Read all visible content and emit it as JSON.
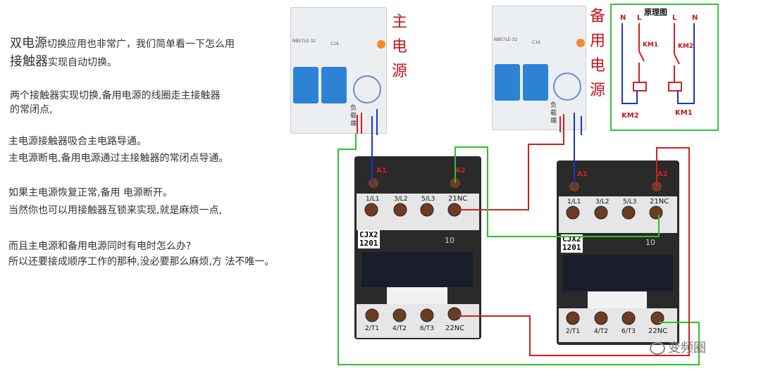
{
  "description_lines": [
    {
      "pre": "双",
      "emph": "电源",
      "post": "切换应用也非常广，我们简单看一下怎么用"
    },
    {
      "pre": "",
      "emph": "接触器",
      "post": "实现自动切换。"
    },
    {
      "text": "两个接触器实现切换,备用电源的线圈走主接触器"
    },
    {
      "text": "的常闭点,"
    },
    {
      "text": "主电源接触器吸合主电路导通。"
    },
    {
      "text": "主电源断电,备用电源通过主接触器的常闭点导通。"
    },
    {
      "text": "如果主电源恢复正常,备用 电源断开。"
    },
    {
      "text": "当然你也可以用接触器互锁来实现,就是麻烦一点,"
    },
    {
      "text": "而且主电源和备用电源同时有电时怎么办?"
    },
    {
      "text": "所以还要接成顺序工作的那种,没必要那么麻烦,方 法不唯一。"
    }
  ],
  "main_power_label": [
    "主",
    "电",
    "源"
  ],
  "backup_power_label": [
    "备",
    "用",
    "电",
    "源"
  ],
  "breaker_main": {
    "model": "NBE7LE-32",
    "rating": "C16",
    "load_label": [
      "负",
      "载",
      "端"
    ]
  },
  "breaker_backup": {
    "model": "NBE7LE-32",
    "rating": "C16",
    "load_label": [
      "负",
      "载",
      "端"
    ]
  },
  "contactor_left": {
    "coil_a1": "A1",
    "coil_a2": "A2",
    "top_terminals": [
      "1/L1",
      "3/L2",
      "5/L3",
      "21NC"
    ],
    "bottom_terminals": [
      "2/T1",
      "4/T2",
      "6/T3",
      "22NC"
    ],
    "model": [
      "CJX2",
      "1201"
    ],
    "rating_num": "10"
  },
  "contactor_right": {
    "coil_a1": "A1",
    "coil_a2": "A2",
    "top_terminals": [
      "1/L1",
      "3/L2",
      "5/L3",
      "21NC"
    ],
    "bottom_terminals": [
      "2/T1",
      "4/T2",
      "6/T3",
      "22NC"
    ],
    "model": [
      "CJX2",
      "1201"
    ],
    "rating_num": "10"
  },
  "schematic": {
    "title": "原理图",
    "left_pair": [
      "N",
      "L"
    ],
    "right_pair": [
      "L",
      "N"
    ],
    "contact_left": "KM1",
    "contact_right": "KM2",
    "coil_left_label": "KM2",
    "coil_right_label": "KM1"
  },
  "watermark": "变频圈",
  "colors": {
    "wire_red": "#d42020",
    "wire_blue": "#1b33c9",
    "wire_green": "#2fbf2f",
    "label_red": "#c4161c"
  }
}
